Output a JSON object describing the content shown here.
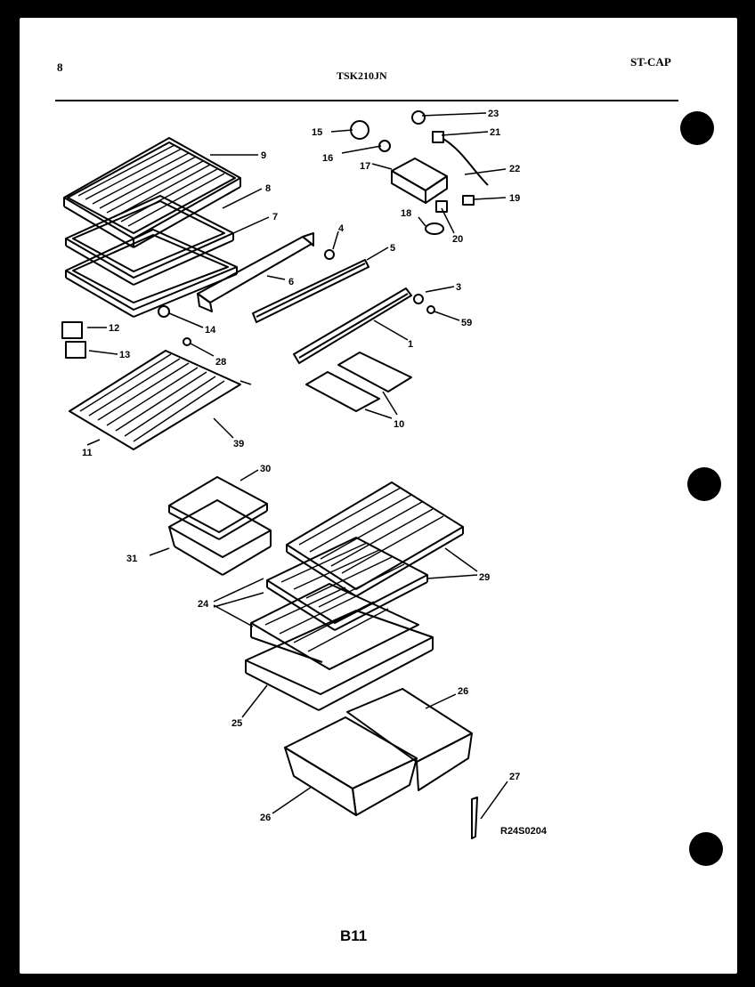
{
  "header": {
    "left": "8",
    "model": "TSK210JN",
    "right": "ST-CAP"
  },
  "footer": {
    "page": "B11",
    "drawing_id": "R24S0204"
  },
  "callouts": [
    "1",
    "3",
    "4",
    "5",
    "6",
    "7",
    "8",
    "9",
    "10",
    "11",
    "12",
    "13",
    "14",
    "15",
    "16",
    "16",
    "17",
    "18",
    "19",
    "20",
    "21",
    "22",
    "23",
    "24",
    "25",
    "26",
    "26",
    "27",
    "28",
    "29",
    "30",
    "31",
    "39",
    "59"
  ]
}
